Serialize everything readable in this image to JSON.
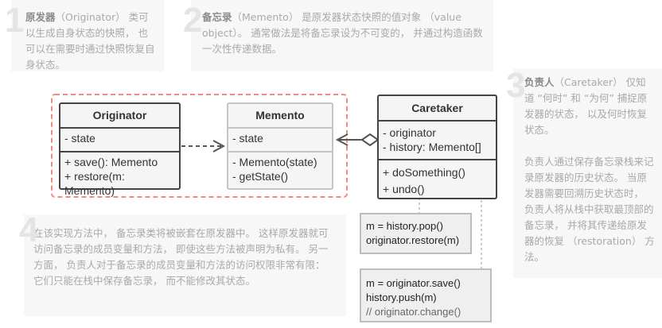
{
  "notes": [
    {
      "num": "1",
      "bold": "原发器",
      "text": "（Originator） 类可以生成自身状态的快照， 也可以在需要时通过快照恢复自身状态。"
    },
    {
      "num": "2",
      "bold": "备忘录",
      "text": "（Memento） 是原发器状态快照的值对象 （value object）。 通常做法是将备忘录设为不可变的， 并通过构造函数一次性传递数据。"
    },
    {
      "num": "3",
      "bold": "负责人",
      "text": "（Caretaker） 仅知道 “何时” 和 “为何” 捕捉原发器的状态， 以及何时恢复状态。",
      "text2": "负责人通过保存备忘录栈来记录原发器的历史状态。 当原发器需要回溯历史状态时， 负责人将从栈中获取最顶部的备忘录， 并将其传递给原发器的恢复 （restoration） 方法。"
    },
    {
      "num": "4",
      "text": "在该实现方法中， 备忘录类将被嵌套在原发器中。 这样原发器就可访问备忘录的成员变量和方法， 即使这些方法被声明为私有。 另一方面， 负责人对于备忘录的成员变量和方法的访问权限非常有限： 它们只能在栈中保存备忘录， 而不能修改其状态。"
    }
  ],
  "classes": {
    "originator": {
      "name": "Originator",
      "fields": [
        "- state"
      ],
      "methods": [
        "+ save(): Memento",
        "+ restore(m: Memento)"
      ]
    },
    "memento": {
      "name": "Memento",
      "fields": [
        "- state"
      ],
      "methods": [
        "- Memento(state)",
        "- getState()"
      ]
    },
    "caretaker": {
      "name": "Caretaker",
      "fields": [
        "- originator",
        "- history: Memento[]"
      ],
      "methods": [
        "+ doSomething()",
        "+ undo()"
      ]
    }
  },
  "code_notes": {
    "undo": [
      "m = history.pop()",
      "originator.restore(m)"
    ],
    "do": [
      "m = originator.save()",
      "history.push(m)",
      "// originator.change()"
    ]
  },
  "colors": {
    "nested_border": "#f28b7d",
    "note_bg": "#f7f7f7"
  }
}
